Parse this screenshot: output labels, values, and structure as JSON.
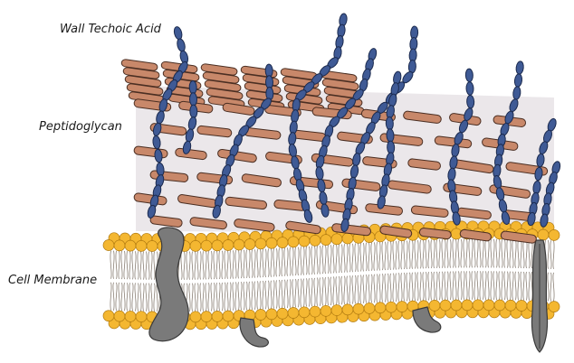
{
  "labels": {
    "wall_teichoic_acid": "Wall Techoic Acid",
    "peptidoglycan": "Peptidoglycan",
    "cell_membrane": "Cell Membrane"
  },
  "colors": {
    "background": "#ffffff",
    "peptidoglycan_backdrop": "#ebe7ea",
    "peptidoglycan_bar": "#c8886a",
    "peptidoglycan_bar_outline": "#4a2e22",
    "teichoic_bead": "#3f5a95",
    "teichoic_bead_outline": "#1b2a4e",
    "lipid_head": "#f4b731",
    "lipid_head_outline": "#b07a10",
    "lipid_tail": "#7a6e62",
    "membrane_protein": "#7a7a7a",
    "membrane_protein_outline": "#3a3a3a"
  }
}
